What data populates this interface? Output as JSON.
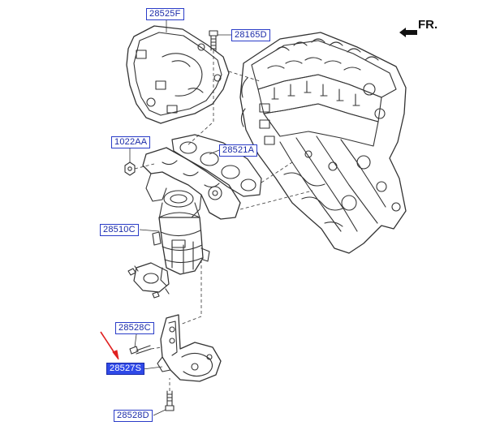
{
  "direction_label": "FR.",
  "parts": {
    "heat_shield": "28525F",
    "bolt_top": "28165D",
    "nut": "1022AA",
    "gasket": "28521A",
    "manifold_converter": "28510C",
    "bolt_bracket": "28528C",
    "bracket": "28527S",
    "bolt_bottom": "28528D"
  },
  "colors": {
    "label_border": "#2a3cc8",
    "label_text": "#1a2aa8",
    "highlight_fill": "#2f49e8",
    "pointer_arrow": "#e02020",
    "line_art": "#333333"
  }
}
